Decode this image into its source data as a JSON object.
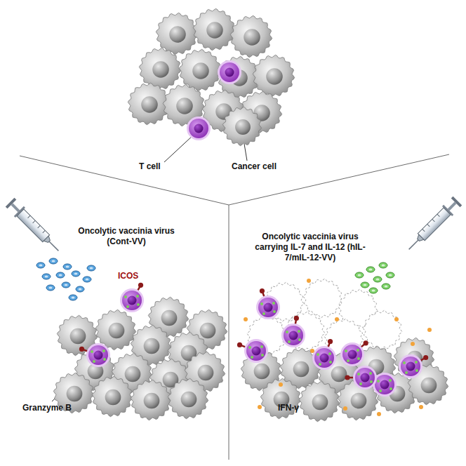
{
  "diagram": {
    "labels": [
      "T cell",
      "Cancer cell",
      "Oncolytic vaccinia virus (Cont-VV)",
      "ICOS",
      "Granzyme B",
      "Oncolytic vaccinia virus carrying IL-7 and IL-12 (hIL-7/mIL-12-VV)",
      "IFN-γ"
    ]
  }
}
